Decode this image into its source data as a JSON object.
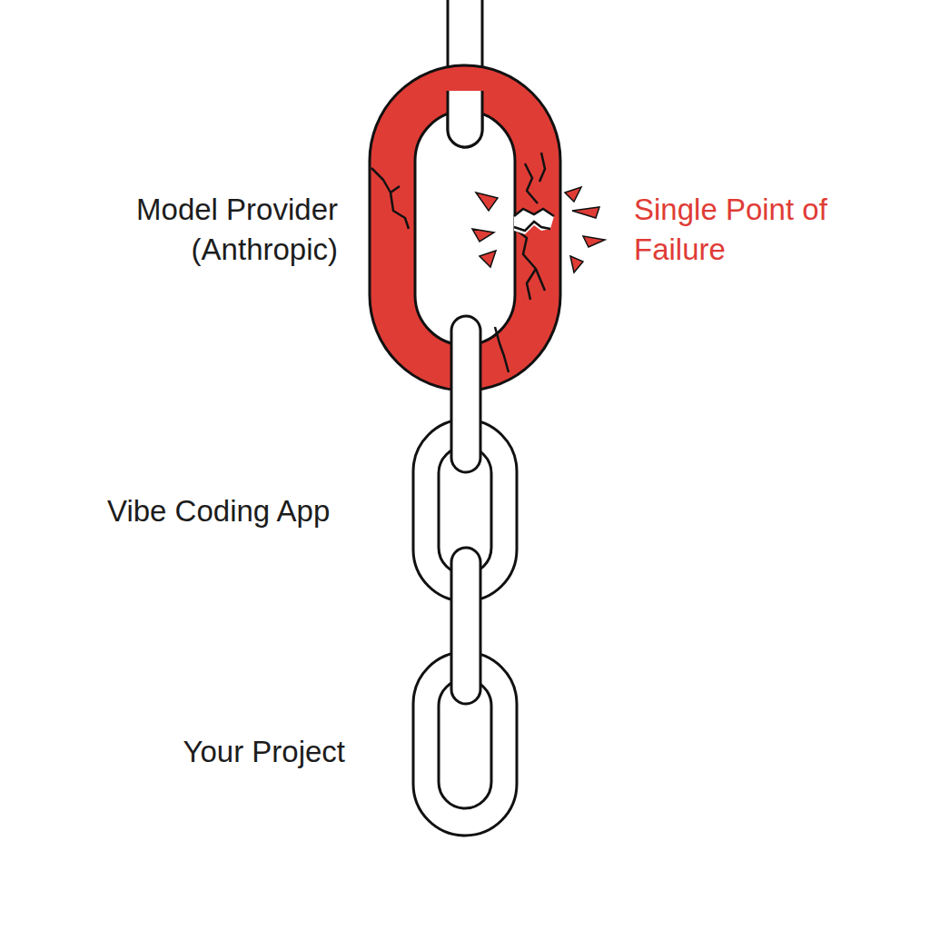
{
  "diagram": {
    "labels": [
      "Model Provider (Anthropic)",
      "Single Point of Failure",
      "Vibe Coding App",
      "Your Project"
    ]
  }
}
